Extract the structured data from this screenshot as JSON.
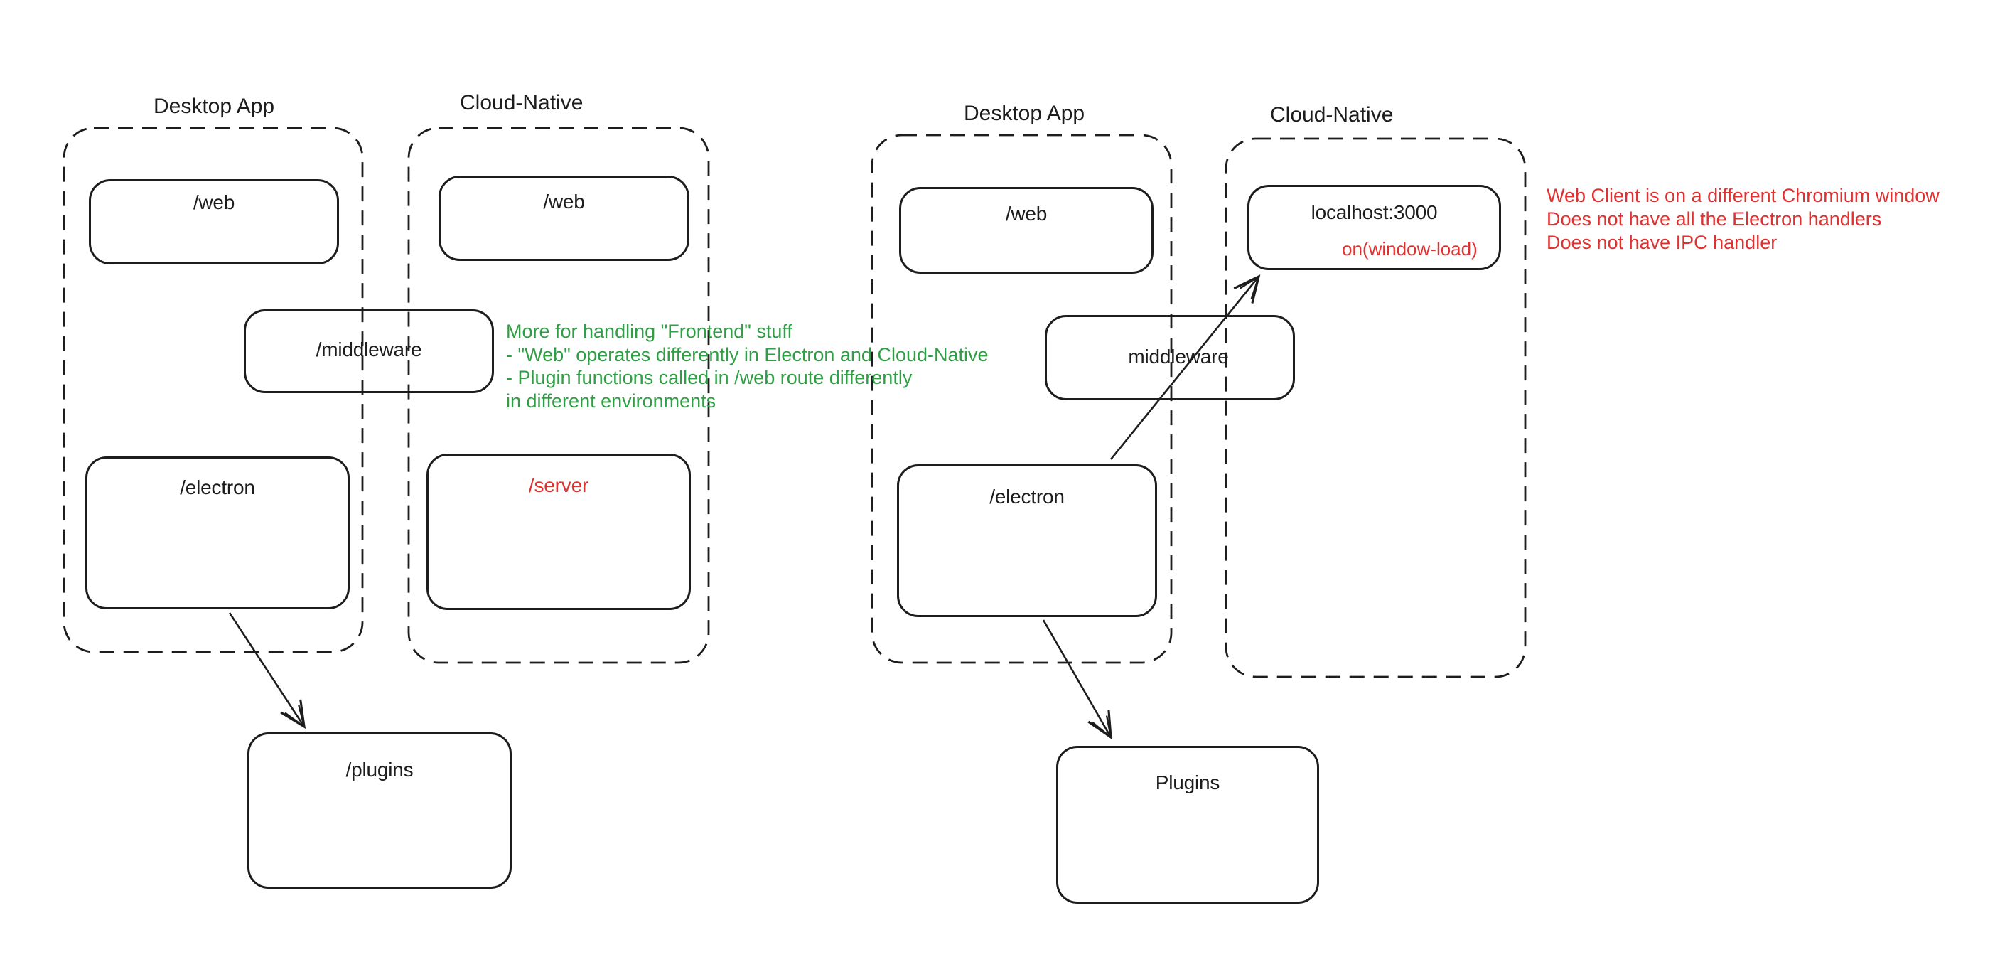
{
  "colors": {
    "ink": "#1d1d1d",
    "green": "#2f9e44",
    "red": "#e03131",
    "background": "#ffffff"
  },
  "left": {
    "desktop": {
      "label": "Desktop App",
      "web": "/web",
      "electron": "/electron"
    },
    "cloud": {
      "label": "Cloud-Native",
      "web": "/web",
      "server": "/server"
    },
    "middleware": "/middleware",
    "plugins": "/plugins",
    "note": {
      "line1": "More for handling \"Frontend\" stuff",
      "line2": "- \"Web\" operates differently in Electron and Cloud-Native",
      "line3": "- Plugin functions called in /web route differently",
      "line4": "in different environments"
    }
  },
  "right": {
    "desktop": {
      "label": "Desktop App",
      "web": "/web",
      "electron": "/electron"
    },
    "cloud": {
      "label": "Cloud-Native",
      "localhost": "localhost:3000",
      "window_load": "on(window-load)"
    },
    "middleware": "middleware",
    "plugins": "Plugins",
    "note": {
      "line1": "Web Client is on a different Chromium window",
      "line2": "Does not have all the Electron handlers",
      "line3": "Does not have IPC handler"
    }
  }
}
